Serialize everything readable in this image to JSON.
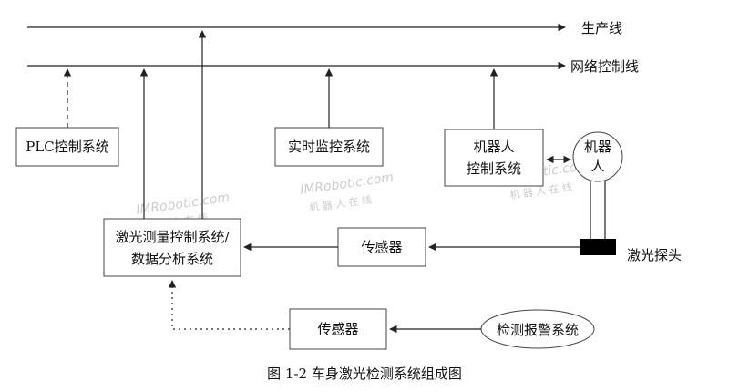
{
  "buses": {
    "production_line": "生产线",
    "network_control_line": "网络控制线"
  },
  "nodes": {
    "plc": "PLC控制系统",
    "monitor": "实时监控系统",
    "robot_ctrl_line1": "机器人",
    "robot_ctrl_line2": "控制系统",
    "robot_line1": "机器",
    "robot_line2": "人",
    "laser_sys_line1": "激光测量控制系统/",
    "laser_sys_line2": "数据分析系统",
    "sensor_top": "传感器",
    "sensor_bottom": "传感器",
    "laser_probe": "激光探头",
    "alarm": "检测报警系统"
  },
  "watermark": {
    "brand": "IMRobotic.com",
    "tagline": "机 器 人 在 线"
  },
  "caption": "图 1-2  车身激光检测系统组成图"
}
